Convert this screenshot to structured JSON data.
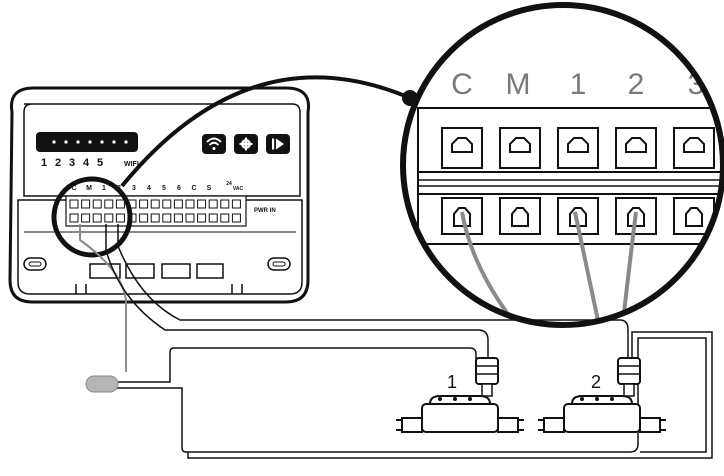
{
  "controller": {
    "zone_labels": [
      "1",
      "2",
      "3",
      "4",
      "5"
    ],
    "wifi_label": "WIFI",
    "buttons": [
      "wifi-icon",
      "gear-icon",
      "play-pause-icon"
    ],
    "terminal_labels": [
      "C",
      "M",
      "1",
      "2",
      "3",
      "4",
      "5",
      "6",
      "C",
      "S"
    ],
    "vac_label_top": "24",
    "vac_label_bottom": "VAC",
    "pwr_label": "PWR IN"
  },
  "zoom": {
    "labels": [
      "C",
      "M",
      "1",
      "2",
      "3"
    ]
  },
  "valves": {
    "labels": [
      "1",
      "2"
    ]
  },
  "colors": {
    "outline": "#111111",
    "wire_gray": "#8a8a8a",
    "connector_gray": "#b5b5b5"
  }
}
